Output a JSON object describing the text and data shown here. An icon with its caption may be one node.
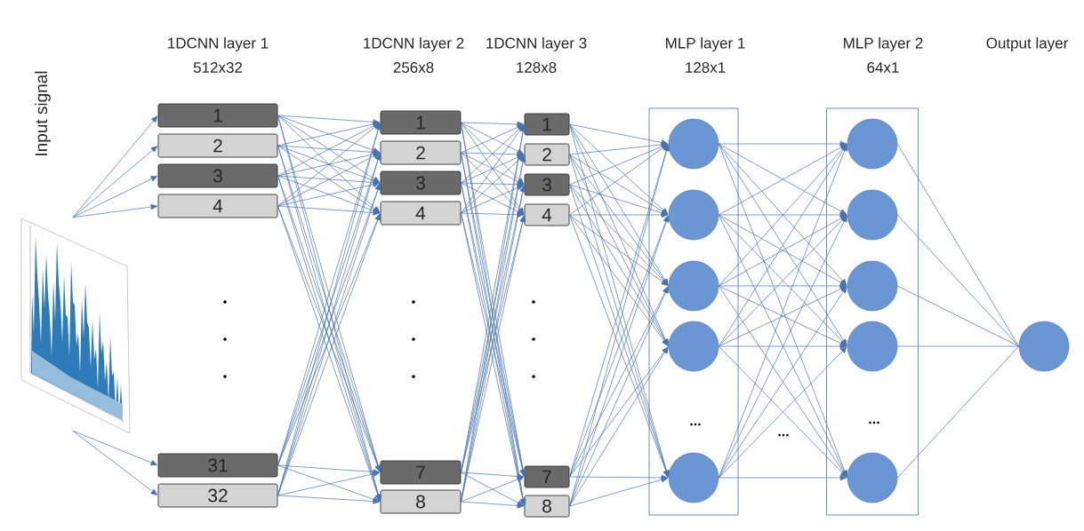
{
  "diagram": {
    "nodes": [
      {
        "text": [],
        "shape": "picture",
        "beside": [
          "Input signal"
        ]
      },
      {
        "text": [
          "1"
        ]
      },
      {
        "text": [
          "2"
        ]
      },
      {
        "text": [
          "3"
        ]
      },
      {
        "text": [
          "4"
        ]
      },
      {
        "text": [
          "31"
        ]
      },
      {
        "text": [
          "32"
        ]
      },
      {
        "text": [
          "1"
        ]
      },
      {
        "text": [
          "2"
        ]
      },
      {
        "text": [
          "3"
        ]
      },
      {
        "text": [
          "4"
        ]
      },
      {
        "text": [
          "7"
        ]
      },
      {
        "text": [
          "8"
        ]
      },
      {
        "text": [
          "1"
        ]
      },
      {
        "text": [
          "2"
        ]
      },
      {
        "text": [
          "3"
        ]
      },
      {
        "text": [
          "4"
        ]
      },
      {
        "text": [
          "7"
        ]
      },
      {
        "text": [
          "8"
        ]
      },
      {
        "text": [],
        "shape": "box"
      },
      {
        "text": [],
        "shape": "circle",
        "in": 19
      },
      {
        "text": [],
        "shape": "circle",
        "in": 19
      },
      {
        "text": [],
        "shape": "circle",
        "in": 19
      },
      {
        "text": [],
        "shape": "circle",
        "in": 19
      },
      {
        "text": [],
        "shape": "circle",
        "in": 19
      },
      {
        "text": [],
        "shape": "box"
      },
      {
        "text": [],
        "shape": "circle",
        "in": 25
      },
      {
        "text": [],
        "shape": "circle",
        "in": 25
      },
      {
        "text": [],
        "shape": "circle",
        "in": 25
      },
      {
        "text": [],
        "shape": "circle",
        "in": 25
      },
      {
        "text": [],
        "shape": "circle",
        "in": 25
      },
      {
        "text": [],
        "shape": "circle"
      }
    ],
    "edges": [
      {
        "from": 0,
        "to": 1,
        "arrow": "to"
      },
      {
        "from": 0,
        "to": 2,
        "arrow": "to"
      },
      {
        "from": 0,
        "to": 3,
        "arrow": "to"
      },
      {
        "from": 0,
        "to": 4,
        "arrow": "to"
      },
      {
        "from": 0,
        "to": 5,
        "arrow": "to"
      },
      {
        "from": 0,
        "to": 6,
        "arrow": "to"
      },
      {
        "from": 1,
        "to": 7,
        "arrow": "to"
      },
      {
        "from": 1,
        "to": 8,
        "arrow": "to"
      },
      {
        "from": 1,
        "to": 9,
        "arrow": "to"
      },
      {
        "from": 1,
        "to": 10,
        "arrow": "to"
      },
      {
        "from": 1,
        "to": 11,
        "arrow": "to"
      },
      {
        "from": 1,
        "to": 12,
        "arrow": "to"
      },
      {
        "from": 2,
        "to": 7,
        "arrow": "to"
      },
      {
        "from": 2,
        "to": 8,
        "arrow": "to"
      },
      {
        "from": 2,
        "to": 9,
        "arrow": "to"
      },
      {
        "from": 2,
        "to": 10,
        "arrow": "to"
      },
      {
        "from": 2,
        "to": 11,
        "arrow": "to"
      },
      {
        "from": 2,
        "to": 12,
        "arrow": "to"
      },
      {
        "from": 3,
        "to": 7,
        "arrow": "to"
      },
      {
        "from": 3,
        "to": 8,
        "arrow": "to"
      },
      {
        "from": 3,
        "to": 9,
        "arrow": "to"
      },
      {
        "from": 3,
        "to": 10,
        "arrow": "to"
      },
      {
        "from": 3,
        "to": 11,
        "arrow": "to"
      },
      {
        "from": 3,
        "to": 12,
        "arrow": "to"
      },
      {
        "from": 4,
        "to": 7,
        "arrow": "to"
      },
      {
        "from": 4,
        "to": 8,
        "arrow": "to"
      },
      {
        "from": 4,
        "to": 9,
        "arrow": "to"
      },
      {
        "from": 4,
        "to": 10,
        "arrow": "to"
      },
      {
        "from": 4,
        "to": 11,
        "arrow": "to"
      },
      {
        "from": 4,
        "to": 12,
        "arrow": "to"
      },
      {
        "from": 5,
        "to": 7,
        "arrow": "to"
      },
      {
        "from": 5,
        "to": 8,
        "arrow": "to"
      },
      {
        "from": 5,
        "to": 9,
        "arrow": "to"
      },
      {
        "from": 5,
        "to": 10,
        "arrow": "to"
      },
      {
        "from": 5,
        "to": 11,
        "arrow": "to"
      },
      {
        "from": 5,
        "to": 12,
        "arrow": "to"
      },
      {
        "from": 6,
        "to": 7,
        "arrow": "to"
      },
      {
        "from": 6,
        "to": 8,
        "arrow": "to"
      },
      {
        "from": 6,
        "to": 9,
        "arrow": "to"
      },
      {
        "from": 6,
        "to": 10,
        "arrow": "to"
      },
      {
        "from": 6,
        "to": 11,
        "arrow": "to"
      },
      {
        "from": 6,
        "to": 12,
        "arrow": "to"
      },
      {
        "from": 7,
        "to": 13,
        "arrow": "to"
      },
      {
        "from": 7,
        "to": 14,
        "arrow": "to"
      },
      {
        "from": 7,
        "to": 15,
        "arrow": "to"
      },
      {
        "from": 7,
        "to": 16,
        "arrow": "to"
      },
      {
        "from": 7,
        "to": 17,
        "arrow": "to"
      },
      {
        "from": 7,
        "to": 18,
        "arrow": "to"
      },
      {
        "from": 8,
        "to": 13,
        "arrow": "to"
      },
      {
        "from": 8,
        "to": 14,
        "arrow": "to"
      },
      {
        "from": 8,
        "to": 15,
        "arrow": "to"
      },
      {
        "from": 8,
        "to": 16,
        "arrow": "to"
      },
      {
        "from": 8,
        "to": 17,
        "arrow": "to"
      },
      {
        "from": 8,
        "to": 18,
        "arrow": "to"
      },
      {
        "from": 9,
        "to": 13,
        "arrow": "to"
      },
      {
        "from": 9,
        "to": 14,
        "arrow": "to"
      },
      {
        "from": 9,
        "to": 15,
        "arrow": "to"
      },
      {
        "from": 9,
        "to": 16,
        "arrow": "to"
      },
      {
        "from": 9,
        "to": 17,
        "arrow": "to"
      },
      {
        "from": 9,
        "to": 18,
        "arrow": "to"
      },
      {
        "from": 10,
        "to": 13,
        "arrow": "to"
      },
      {
        "from": 10,
        "to": 14,
        "arrow": "to"
      },
      {
        "from": 10,
        "to": 15,
        "arrow": "to"
      },
      {
        "from": 10,
        "to": 16,
        "arrow": "to"
      },
      {
        "from": 10,
        "to": 17,
        "arrow": "to"
      },
      {
        "from": 10,
        "to": 18,
        "arrow": "to"
      },
      {
        "from": 11,
        "to": 13,
        "arrow": "to"
      },
      {
        "from": 11,
        "to": 14,
        "arrow": "to"
      },
      {
        "from": 11,
        "to": 15,
        "arrow": "to"
      },
      {
        "from": 11,
        "to": 16,
        "arrow": "to"
      },
      {
        "from": 11,
        "to": 17,
        "arrow": "to"
      },
      {
        "from": 11,
        "to": 18,
        "arrow": "to"
      },
      {
        "from": 12,
        "to": 13,
        "arrow": "to"
      },
      {
        "from": 12,
        "to": 14,
        "arrow": "to"
      },
      {
        "from": 12,
        "to": 15,
        "arrow": "to"
      },
      {
        "from": 12,
        "to": 16,
        "arrow": "to"
      },
      {
        "from": 12,
        "to": 17,
        "arrow": "to"
      },
      {
        "from": 12,
        "to": 18,
        "arrow": "to"
      },
      {
        "from": 13,
        "to": 20,
        "arrow": "to"
      },
      {
        "from": 13,
        "to": 21,
        "arrow": "to"
      },
      {
        "from": 13,
        "to": 22,
        "arrow": "to"
      },
      {
        "from": 13,
        "to": 23,
        "arrow": "to"
      },
      {
        "from": 13,
        "to": 24,
        "arrow": "to"
      },
      {
        "from": 14,
        "to": 20,
        "arrow": "to"
      },
      {
        "from": 14,
        "to": 21,
        "arrow": "to"
      },
      {
        "from": 14,
        "to": 22,
        "arrow": "to"
      },
      {
        "from": 14,
        "to": 23,
        "arrow": "to"
      },
      {
        "from": 14,
        "to": 24,
        "arrow": "to"
      },
      {
        "from": 15,
        "to": 20,
        "arrow": "to"
      },
      {
        "from": 15,
        "to": 21,
        "arrow": "to"
      },
      {
        "from": 15,
        "to": 22,
        "arrow": "to"
      },
      {
        "from": 15,
        "to": 23,
        "arrow": "to"
      },
      {
        "from": 15,
        "to": 24,
        "arrow": "to"
      },
      {
        "from": 16,
        "to": 20,
        "arrow": "to"
      },
      {
        "from": 16,
        "to": 21,
        "arrow": "to"
      },
      {
        "from": 16,
        "to": 22,
        "arrow": "to"
      },
      {
        "from": 16,
        "to": 23,
        "arrow": "to"
      },
      {
        "from": 16,
        "to": 24,
        "arrow": "to"
      },
      {
        "from": 17,
        "to": 20,
        "arrow": "to"
      },
      {
        "from": 17,
        "to": 21,
        "arrow": "to"
      },
      {
        "from": 17,
        "to": 22,
        "arrow": "to"
      },
      {
        "from": 17,
        "to": 23,
        "arrow": "to"
      },
      {
        "from": 17,
        "to": 24,
        "arrow": "to"
      },
      {
        "from": 18,
        "to": 20,
        "arrow": "to"
      },
      {
        "from": 18,
        "to": 21,
        "arrow": "to"
      },
      {
        "from": 18,
        "to": 22,
        "arrow": "to"
      },
      {
        "from": 18,
        "to": 23,
        "arrow": "to"
      },
      {
        "from": 18,
        "to": 24,
        "arrow": "to"
      },
      {
        "from": 20,
        "to": 26,
        "arrow": "to"
      },
      {
        "from": 20,
        "to": 27,
        "arrow": "to"
      },
      {
        "from": 20,
        "to": 28,
        "arrow": "to"
      },
      {
        "from": 20,
        "to": 29,
        "arrow": "to"
      },
      {
        "from": 20,
        "to": 30,
        "arrow": "to"
      },
      {
        "from": 21,
        "to": 26,
        "arrow": "to"
      },
      {
        "from": 21,
        "to": 27,
        "arrow": "to"
      },
      {
        "from": 21,
        "to": 28,
        "arrow": "to"
      },
      {
        "from": 21,
        "to": 29,
        "arrow": "to"
      },
      {
        "from": 21,
        "to": 30,
        "arrow": "to"
      },
      {
        "from": 22,
        "to": 26,
        "arrow": "to"
      },
      {
        "from": 22,
        "to": 27,
        "arrow": "to"
      },
      {
        "from": 22,
        "to": 28,
        "arrow": "to"
      },
      {
        "from": 22,
        "to": 29,
        "arrow": "to"
      },
      {
        "from": 22,
        "to": 30,
        "arrow": "to"
      },
      {
        "from": 23,
        "to": 26,
        "arrow": "to"
      },
      {
        "from": 23,
        "to": 27,
        "arrow": "to"
      },
      {
        "from": 23,
        "to": 28,
        "arrow": "to"
      },
      {
        "from": 23,
        "to": 29,
        "arrow": "to"
      },
      {
        "from": 23,
        "to": 30,
        "arrow": "to"
      },
      {
        "from": 24,
        "to": 26,
        "arrow": "to"
      },
      {
        "from": 24,
        "to": 27,
        "arrow": "to"
      },
      {
        "from": 24,
        "to": 28,
        "arrow": "to"
      },
      {
        "from": 24,
        "to": 29,
        "arrow": "to"
      },
      {
        "from": 24,
        "to": 30,
        "arrow": "to"
      },
      {
        "from": 26,
        "to": 31,
        "arrow": "none"
      },
      {
        "from": 27,
        "to": 31,
        "arrow": "none"
      },
      {
        "from": 28,
        "to": 31,
        "arrow": "none"
      },
      {
        "from": 29,
        "to": 31,
        "arrow": "none"
      },
      {
        "from": 30,
        "to": 31,
        "arrow": "none"
      }
    ],
    "labels": [
      "1DCNN layer 1",
      "512x32",
      "1DCNN layer 2",
      "256x8",
      "1DCNN layer 3",
      "128x8",
      "MLP layer 1",
      "128x1",
      "MLP layer 2",
      "64x1",
      "Output layer",
      "...",
      "...",
      "..."
    ]
  }
}
